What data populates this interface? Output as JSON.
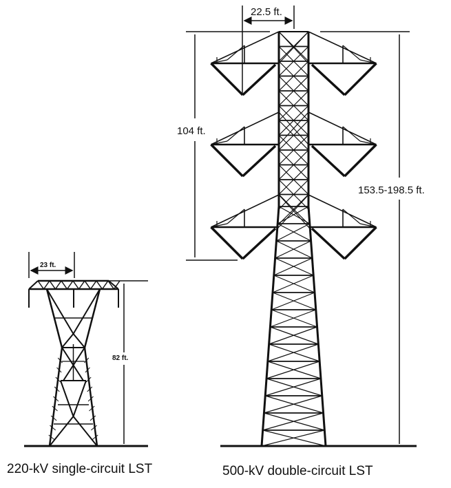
{
  "towers": [
    {
      "caption": "220-kV single-circuit LST",
      "width_label": "23 ft.",
      "height_label": "82 ft."
    },
    {
      "caption": "500-kV double-circuit LST",
      "width_label": "22.5 ft.",
      "arm_span_label": "104 ft.",
      "height_label": "153.5-198.5 ft."
    }
  ],
  "colors": {
    "line": "#111111",
    "background": "#ffffff"
  }
}
